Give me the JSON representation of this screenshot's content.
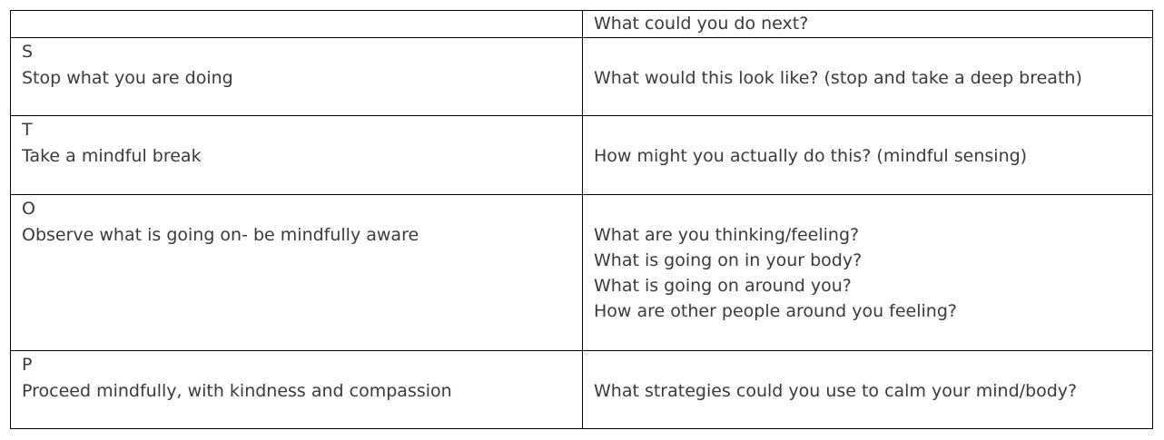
{
  "header": {
    "left": "",
    "right": "What could you do next?"
  },
  "rows": [
    {
      "letter": "S",
      "description": "Stop what you are doing",
      "prompts": [
        "What would this look like? (stop and take a deep breath)"
      ]
    },
    {
      "letter": "T",
      "description": "Take a mindful break",
      "prompts": [
        "How might you actually do this? (mindful sensing)"
      ]
    },
    {
      "letter": "O",
      "description": "Observe what is going on- be mindfully aware",
      "prompts": [
        "What are you thinking/feeling?",
        "What is going on in your body?",
        "What is going on around you?",
        "How are other people around you feeling?"
      ]
    },
    {
      "letter": "P",
      "description": "Proceed mindfully, with kindness and compassion",
      "prompts": [
        "What strategies could you use to calm your mind/body?"
      ]
    }
  ]
}
